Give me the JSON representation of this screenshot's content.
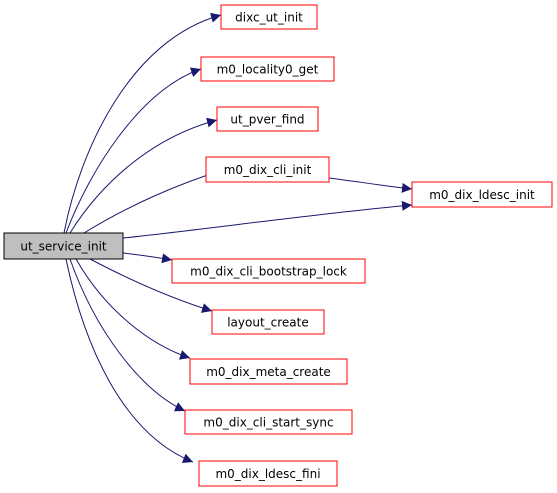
{
  "diagram": {
    "root": {
      "label": "ut_service_init",
      "fill": "#bfbfbf",
      "stroke": "#000000"
    },
    "callees": [
      {
        "id": "dixc_ut_init",
        "label": "dixc_ut_init"
      },
      {
        "id": "m0_locality0_get",
        "label": "m0_locality0_get"
      },
      {
        "id": "ut_pver_find",
        "label": "ut_pver_find"
      },
      {
        "id": "m0_dix_cli_init",
        "label": "m0_dix_cli_init"
      },
      {
        "id": "m0_dix_ldesc_init",
        "label": "m0_dix_ldesc_init"
      },
      {
        "id": "m0_dix_cli_bootstrap_lock",
        "label": "m0_dix_cli_bootstrap_lock"
      },
      {
        "id": "layout_create",
        "label": "layout_create"
      },
      {
        "id": "m0_dix_meta_create",
        "label": "m0_dix_meta_create"
      },
      {
        "id": "m0_dix_cli_start_sync",
        "label": "m0_dix_cli_start_sync"
      },
      {
        "id": "m0_dix_ldesc_fini",
        "label": "m0_dix_ldesc_fini"
      }
    ],
    "edges": [
      {
        "from": "root",
        "to": "dixc_ut_init"
      },
      {
        "from": "root",
        "to": "m0_locality0_get"
      },
      {
        "from": "root",
        "to": "ut_pver_find"
      },
      {
        "from": "root",
        "to": "m0_dix_cli_init"
      },
      {
        "from": "root",
        "to": "m0_dix_ldesc_init"
      },
      {
        "from": "m0_dix_cli_init",
        "to": "m0_dix_ldesc_init"
      },
      {
        "from": "root",
        "to": "m0_dix_cli_bootstrap_lock"
      },
      {
        "from": "root",
        "to": "layout_create"
      },
      {
        "from": "root",
        "to": "m0_dix_meta_create"
      },
      {
        "from": "root",
        "to": "m0_dix_cli_start_sync"
      },
      {
        "from": "root",
        "to": "m0_dix_ldesc_fini"
      }
    ],
    "colors": {
      "edge": "#191970",
      "callee_border": "#ff0000",
      "callee_fill": "#ffffff",
      "text": "#000000"
    }
  }
}
